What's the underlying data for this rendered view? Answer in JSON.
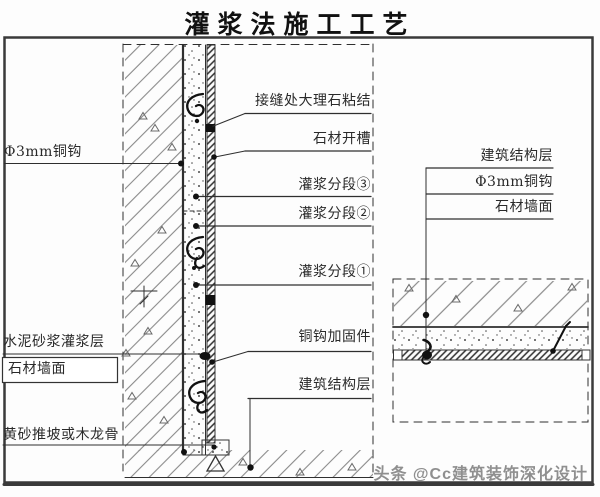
{
  "title": "灌浆法施工工艺",
  "watermark": "头条 @Cc建筑装饰深化设计",
  "colors": {
    "line": "#2f2f2f",
    "hatch": "#8a8a8a",
    "ink": "#111111",
    "watermark": "#8f8f8f",
    "background": "#fdfdfd"
  },
  "section_view": {
    "left_labels": [
      {
        "text": "Φ3mm铜钩"
      },
      {
        "text": "水泥砂浆灌浆层"
      },
      {
        "text": "石材墙面"
      },
      {
        "text": "黄砂推坡或木龙骨"
      }
    ],
    "right_labels": [
      {
        "text": "接缝处大理石粘结"
      },
      {
        "text": "石材开槽"
      },
      {
        "text": "灌浆分段③"
      },
      {
        "text": "灌浆分段②"
      },
      {
        "text": "灌浆分段①"
      },
      {
        "text": "铜钩加固件"
      },
      {
        "text": "建筑结构层"
      }
    ]
  },
  "plan_view": {
    "labels": [
      {
        "text": "建筑结构层"
      },
      {
        "text": "Φ3mm铜钩"
      },
      {
        "text": "石材墙面"
      }
    ]
  }
}
